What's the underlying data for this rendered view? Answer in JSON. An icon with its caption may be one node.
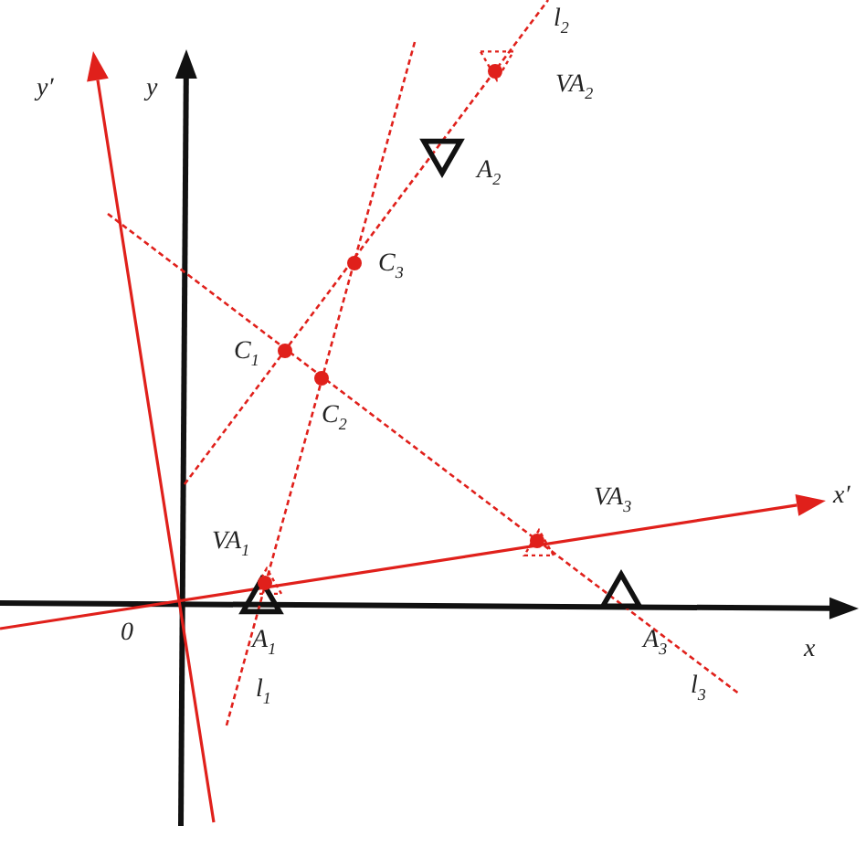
{
  "diagram": {
    "labels": [
      "y′",
      "y",
      "l$_{2}$",
      "VA$_{2}$",
      "A$_{2}$",
      "C$_{3}$",
      "C$_{1}$",
      "C$_{2}$",
      "VA$_{3}$",
      "x′",
      "VA$_{1}$",
      "0",
      "A$_{1}$",
      "A$_{3}$",
      "x",
      "l$_{1}$",
      "l$_{3}$"
    ]
  }
}
